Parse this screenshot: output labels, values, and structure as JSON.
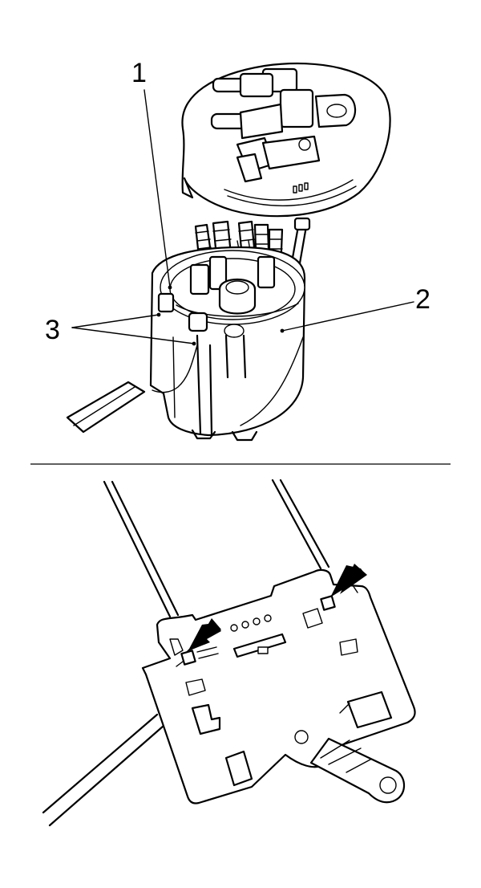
{
  "callouts": {
    "c1": "1",
    "c2": "2",
    "c3": "3"
  },
  "colors": {
    "line": "#000000",
    "background": "#ffffff"
  },
  "icons": [
    "arrow-icon",
    "arrow-icon"
  ]
}
